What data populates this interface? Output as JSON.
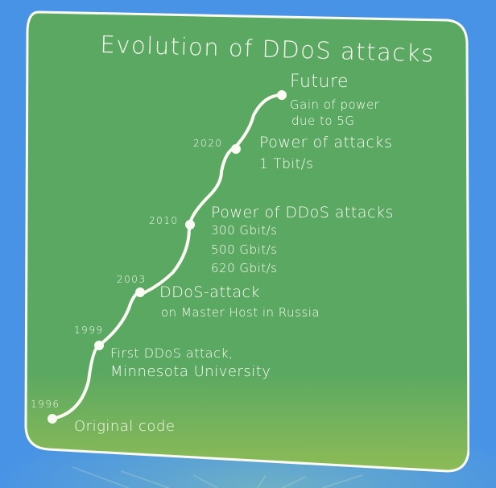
{
  "title": "Evolution of DDoS attacks",
  "colors": {
    "background": "#4893e6",
    "board": "#5aa862",
    "board_bottom": "#8dbb57",
    "chalk": "#fbfbf3"
  },
  "timeline": [
    {
      "year": "1996",
      "event": "Original code",
      "details": []
    },
    {
      "year": "1999",
      "event": "First DDoS attack,",
      "details": [
        "Minnesota University"
      ]
    },
    {
      "year": "2003",
      "event": "DDoS-attack",
      "details": [
        "on Master Host in Russia"
      ]
    },
    {
      "year": "2010",
      "event": "Power of DDoS attacks",
      "details": [
        "300 Gbit/s",
        "500 Gbit/s",
        "620 Gbit/s"
      ]
    },
    {
      "year": "2020",
      "event": "Power of attacks",
      "details": [
        "1 Tbit/s"
      ]
    },
    {
      "year": "",
      "event": "Future",
      "details": [
        "Gain of power",
        "due to 5G"
      ]
    }
  ]
}
